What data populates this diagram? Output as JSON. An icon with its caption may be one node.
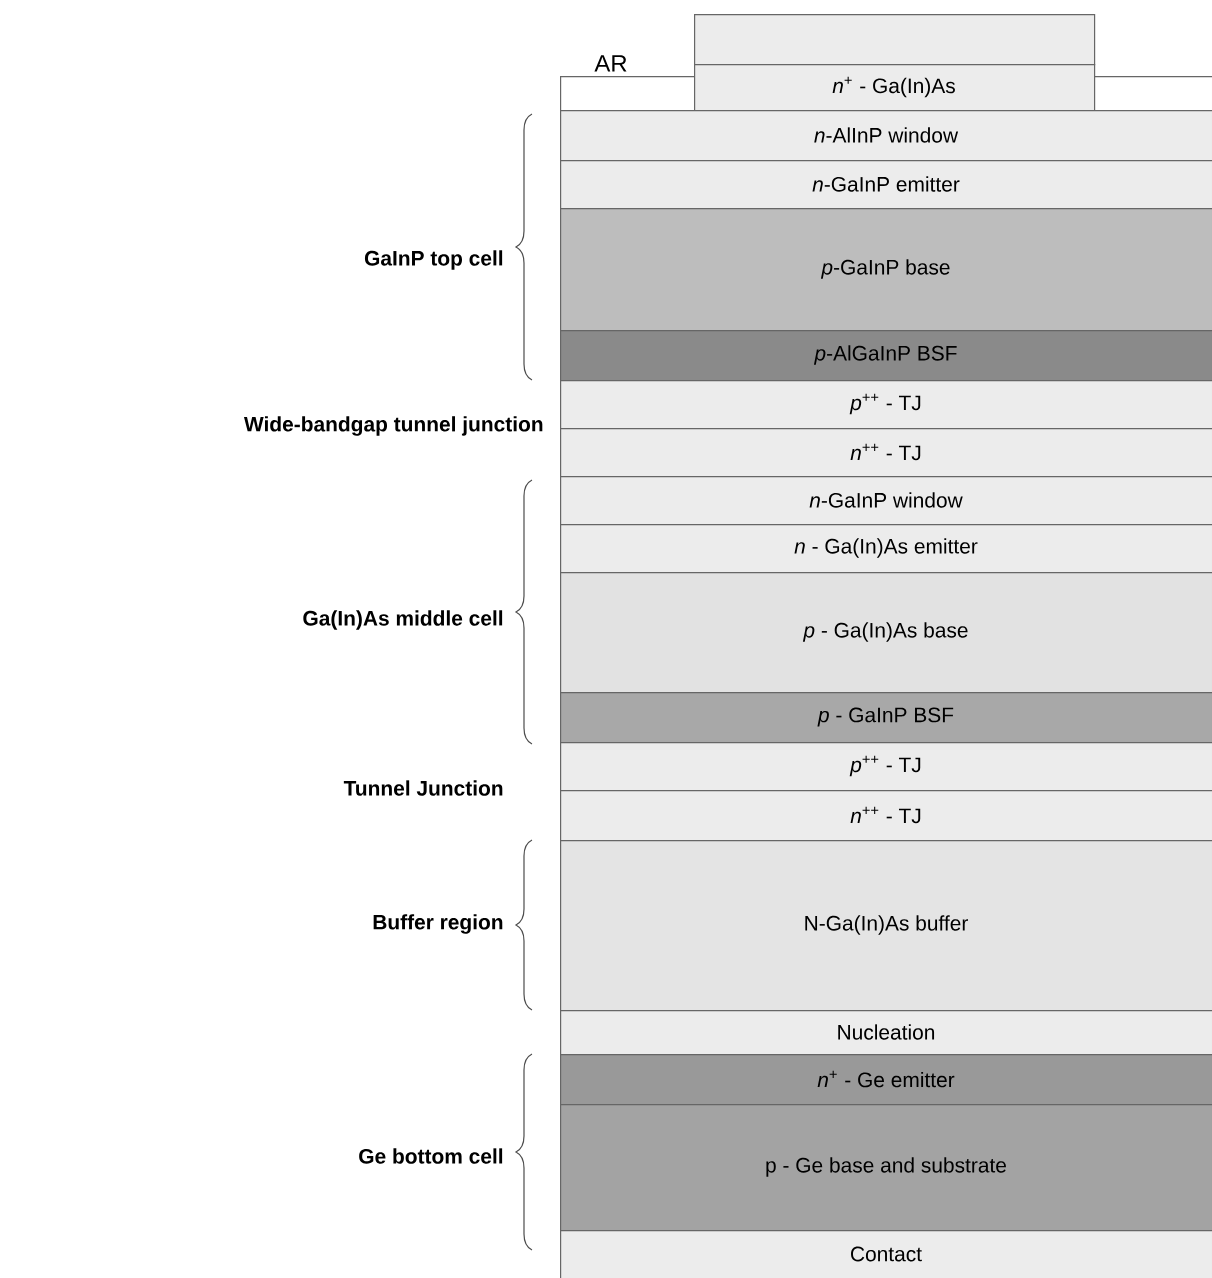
{
  "diagram": {
    "nodes": [
      {
        "text": [],
        "shape": "box"
      },
      {
        "text": [
          "AR"
        ]
      },
      {
        "text": [
          "*n*$^{+}$ - Ga(In)As"
        ]
      },
      {
        "text": [
          "*n*-AlInP window"
        ]
      },
      {
        "text": [
          "*n*-GaInP emitter"
        ]
      },
      {
        "text": [
          "*p*-GaInP base"
        ]
      },
      {
        "text": [
          "*p*-AlGaInP BSF"
        ]
      },
      {
        "text": [
          "*p*$^{++}$ - TJ"
        ]
      },
      {
        "text": [
          "*n*$^{++}$ - TJ"
        ]
      },
      {
        "text": [
          "*n*-GaInP window"
        ]
      },
      {
        "text": [
          "*n* - Ga(In)As emitter"
        ]
      },
      {
        "text": [
          "*p* - Ga(In)As base"
        ]
      },
      {
        "text": [
          "*p* - GaInP BSF"
        ]
      },
      {
        "text": [
          "*p*$^{++}$ - TJ"
        ]
      },
      {
        "text": [
          "*n*$^{++}$ - TJ"
        ]
      },
      {
        "text": [
          "N-Ga(In)As buffer"
        ]
      },
      {
        "text": [
          "Nucleation"
        ]
      },
      {
        "text": [
          "*n*$^{+}$ - Ge emitter"
        ]
      },
      {
        "text": [
          "p - Ge base and substrate"
        ]
      },
      {
        "text": [
          "Contact"
        ]
      }
    ],
    "labels": [
      "GaInP top cell",
      "Wide-bandgap tunnel junction",
      "Ga(In)As middle cell",
      "Tunnel Junction",
      "Buffer region",
      "Ge bottom cell"
    ]
  }
}
